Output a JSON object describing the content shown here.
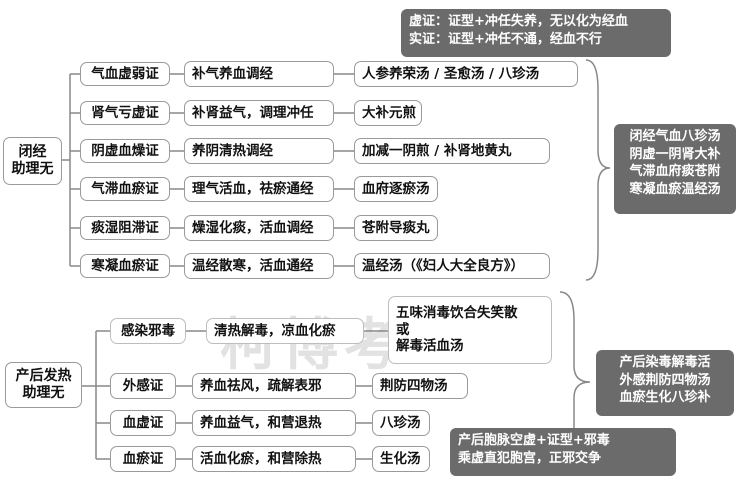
{
  "top": {
    "root": [
      "闭经",
      "助理无"
    ],
    "rows": [
      {
        "syndrome": "气血虚弱证",
        "method": "补气养血调经",
        "formula": "人参养荣汤 / 圣愈汤 / 八珍汤"
      },
      {
        "syndrome": "肾气亏虚证",
        "method": "补肾益气，调理冲任",
        "formula": "大补元煎"
      },
      {
        "syndrome": "阴虚血燥证",
        "method": "养阴清热调经",
        "formula": "加减一阴煎  /  补肾地黄丸"
      },
      {
        "syndrome": "气滞血瘀证",
        "method": "理气活血，祛瘀通经",
        "formula": "血府逐瘀汤"
      },
      {
        "syndrome": "痰湿阻滞证",
        "method": "燥湿化痰，活血调经",
        "formula": "苍附导痰丸"
      },
      {
        "syndrome": "寒凝血瘀证",
        "method": "温经散寒，活血通经",
        "formula": "温经汤（《妇人大全良方》）"
      }
    ],
    "note_top": [
      "虚证：证型+冲任失养，无以化为经血",
      "实证：证型+冲任不通，经血不行"
    ],
    "note_right": [
      "闭经气血八珍汤",
      "阴虚一阴肾大补",
      "气滞血府痰苍附",
      "寒凝血瘀温经汤"
    ]
  },
  "bottom": {
    "root": [
      "产后发热",
      "助理无"
    ],
    "rows": [
      {
        "syndrome": "感染邪毒",
        "method": "清热解毒，凉血化瘀",
        "formula": [
          "五味消毒饮合失笑散",
          "或",
          "解毒活血汤"
        ]
      },
      {
        "syndrome": "外感证",
        "method": "养血祛风，疏解表邪",
        "formula": [
          "荆防四物汤"
        ]
      },
      {
        "syndrome": "血虚证",
        "method": "养血益气，和营退热",
        "formula": [
          "八珍汤"
        ]
      },
      {
        "syndrome": "血瘀证",
        "method": "活血化瘀，和营除热",
        "formula": [
          "生化汤"
        ]
      }
    ],
    "note_right": [
      "产后染毒解毒活",
      "外感荆防四物汤",
      "血瘀生化八珍补"
    ],
    "note_bottom": [
      "产后胞脉空虚+证型+邪毒",
      "乘虚直犯胞宫，正邪交争"
    ]
  },
  "watermark": "柯博考"
}
